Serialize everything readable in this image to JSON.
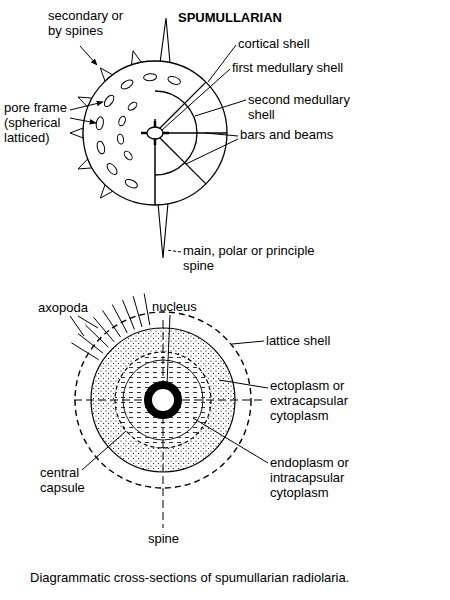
{
  "diagram": {
    "title": "SPUMULLARIAN",
    "caption": "Diagrammatic cross-sections of spumullarian radiolaria.",
    "labels": [
      "secondary or by spines",
      "cortical shell",
      "first medullary shell",
      "pore frame (spherical latticed)",
      "second medullary shell",
      "bars and beams",
      "main, polar or principle spine",
      "nucleus",
      "axopoda",
      "lattice shell",
      "ectoplasm or extracapsular cytoplasm",
      "central capsule",
      "endoplasm or intracapsular cytoplasm",
      "spine"
    ]
  }
}
